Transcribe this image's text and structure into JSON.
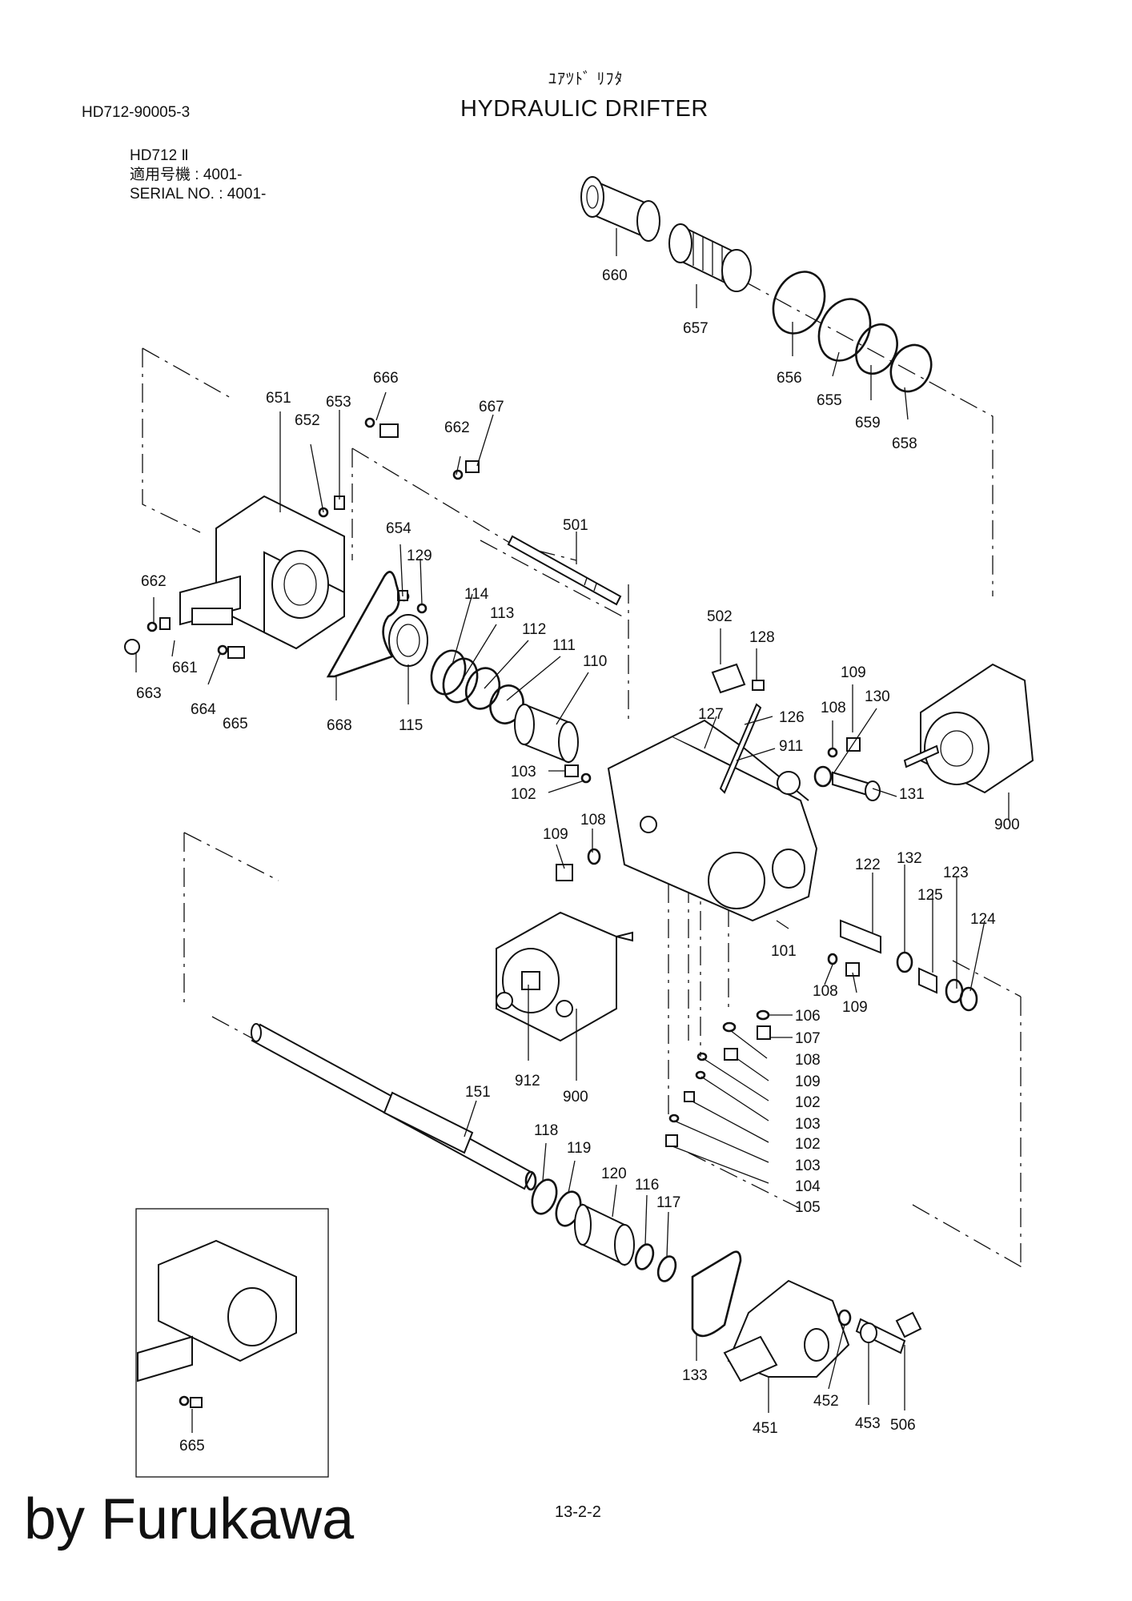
{
  "header": {
    "doc_number": "HD712-90005-3",
    "title_kana": "ﾕｱﾂﾄﾞ ﾘﾌﾀ",
    "title": "HYDRAULIC DRIFTER",
    "model_line1": "HD712 Ⅱ",
    "model_line2": "適用号機 : 4001-",
    "model_line3": "SERIAL NO. : 4001-"
  },
  "footer": {
    "brand": "by Furukawa",
    "page": "13-2-2"
  },
  "parts": {
    "p660": "660",
    "p657": "657",
    "p656": "656",
    "p655": "655",
    "p659": "659",
    "p658": "658",
    "p651": "651",
    "p652": "652",
    "p653": "653",
    "p666": "666",
    "p667": "667",
    "p662a": "662",
    "p654": "654",
    "p129": "129",
    "p501": "501",
    "p662b": "662",
    "p661": "661",
    "p663": "663",
    "p664": "664",
    "p665a": "665",
    "p668": "668",
    "p115": "115",
    "p114": "114",
    "p113": "113",
    "p112": "112",
    "p111": "111",
    "p110": "110",
    "p502": "502",
    "p128": "128",
    "p127": "127",
    "p126": "126",
    "p911": "911",
    "p109a": "109",
    "p108a": "108",
    "p130": "130",
    "p900a": "900",
    "p131": "131",
    "p103a": "103",
    "p102a": "102",
    "p109b": "109",
    "p108b": "108",
    "p122": "122",
    "p132": "132",
    "p123": "123",
    "p125": "125",
    "p124": "124",
    "p101": "101",
    "p108c": "108",
    "p109c": "109",
    "p106": "106",
    "p107": "107",
    "p108d": "108",
    "p109d": "109",
    "p102b": "102",
    "p103b": "103",
    "p102c": "102",
    "p103c": "103",
    "p104": "104",
    "p105": "105",
    "p912": "912",
    "p900b": "900",
    "p151": "151",
    "p118": "118",
    "p119": "119",
    "p120": "120",
    "p116": "116",
    "p117": "117",
    "p133": "133",
    "p451": "451",
    "p452": "452",
    "p453": "453",
    "p506": "506",
    "p665b": "665"
  }
}
